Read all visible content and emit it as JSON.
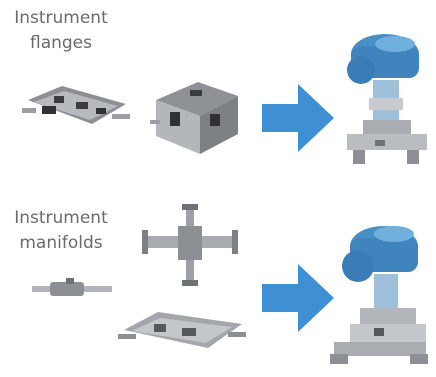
{
  "section_flanges": {
    "label_line1": "Instrument",
    "label_line2": "flanges"
  },
  "section_manifolds": {
    "label_line1": "Instrument",
    "label_line2": "manifolds"
  },
  "colors": {
    "arrow": "#3e8fd4",
    "transmitter_head": "#4a8fc4",
    "metal": "#a9adb2",
    "text": "#6b6b6b"
  }
}
